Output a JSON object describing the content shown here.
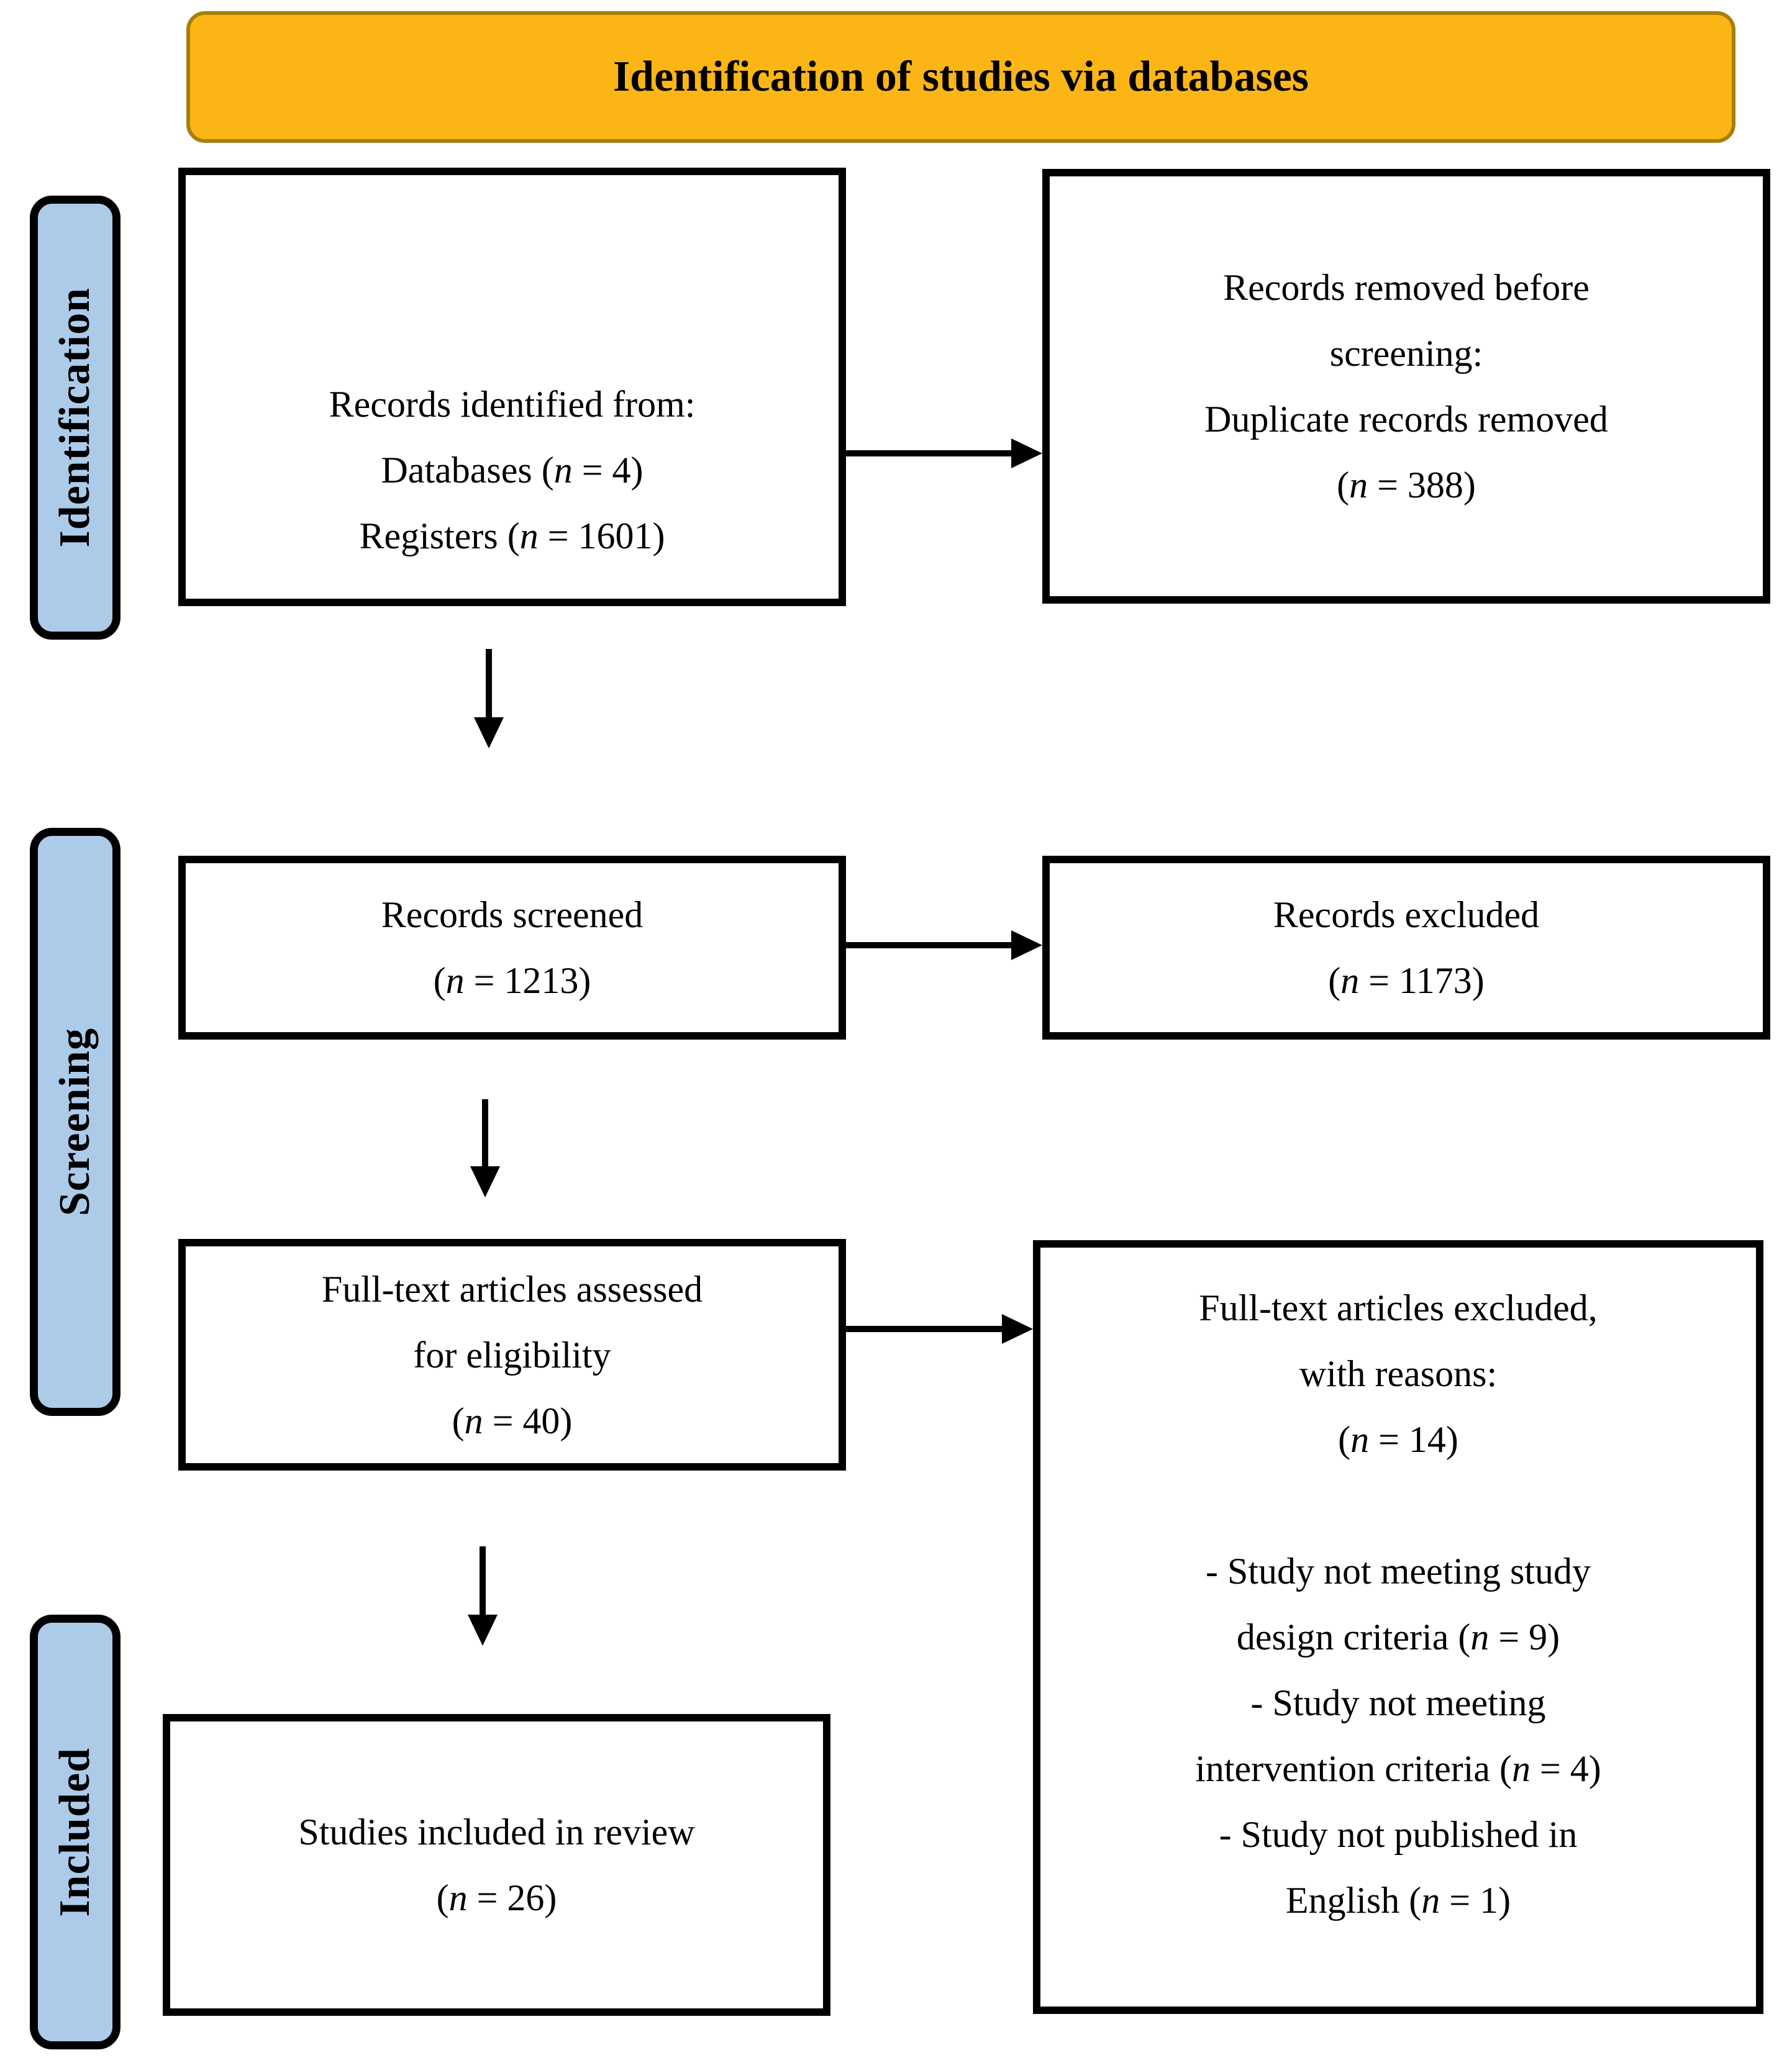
{
  "title": "Identification of studies via databases",
  "colors": {
    "banner_fill": "#FBB615",
    "banner_border": "#A67F0A",
    "stage_fill": "#ACCBE9",
    "box_border": "#000000",
    "text": "#000000"
  },
  "stages": [
    {
      "label": "Identification"
    },
    {
      "label": "Screening"
    },
    {
      "label": "Included"
    }
  ],
  "boxes": {
    "records_identified": {
      "lines": [
        "Records identified from:",
        "Databases (n = 4)",
        "Registers (n = 1601)"
      ]
    },
    "records_removed": {
      "lines": [
        "Records removed before",
        "screening:",
        "Duplicate records removed",
        "(n = 388)"
      ]
    },
    "records_screened": {
      "lines": [
        "Records screened",
        "(n = 1213)"
      ]
    },
    "records_excluded": {
      "lines": [
        "Records excluded",
        "(n = 1173)"
      ]
    },
    "fulltext_assessed": {
      "lines": [
        "Full-text articles assessed",
        "for eligibility",
        "(n = 40)"
      ]
    },
    "fulltext_excluded": {
      "lines": [
        "Full-text articles excluded,",
        "with reasons:",
        "(n = 14)",
        "",
        "- Study not meeting study",
        "design criteria (n = 9)",
        "- Study not meeting",
        "intervention criteria (n = 4)",
        "- Study not published in",
        "English (n = 1)"
      ]
    },
    "studies_included": {
      "lines": [
        "Studies included in review",
        "(n = 26)"
      ]
    }
  }
}
